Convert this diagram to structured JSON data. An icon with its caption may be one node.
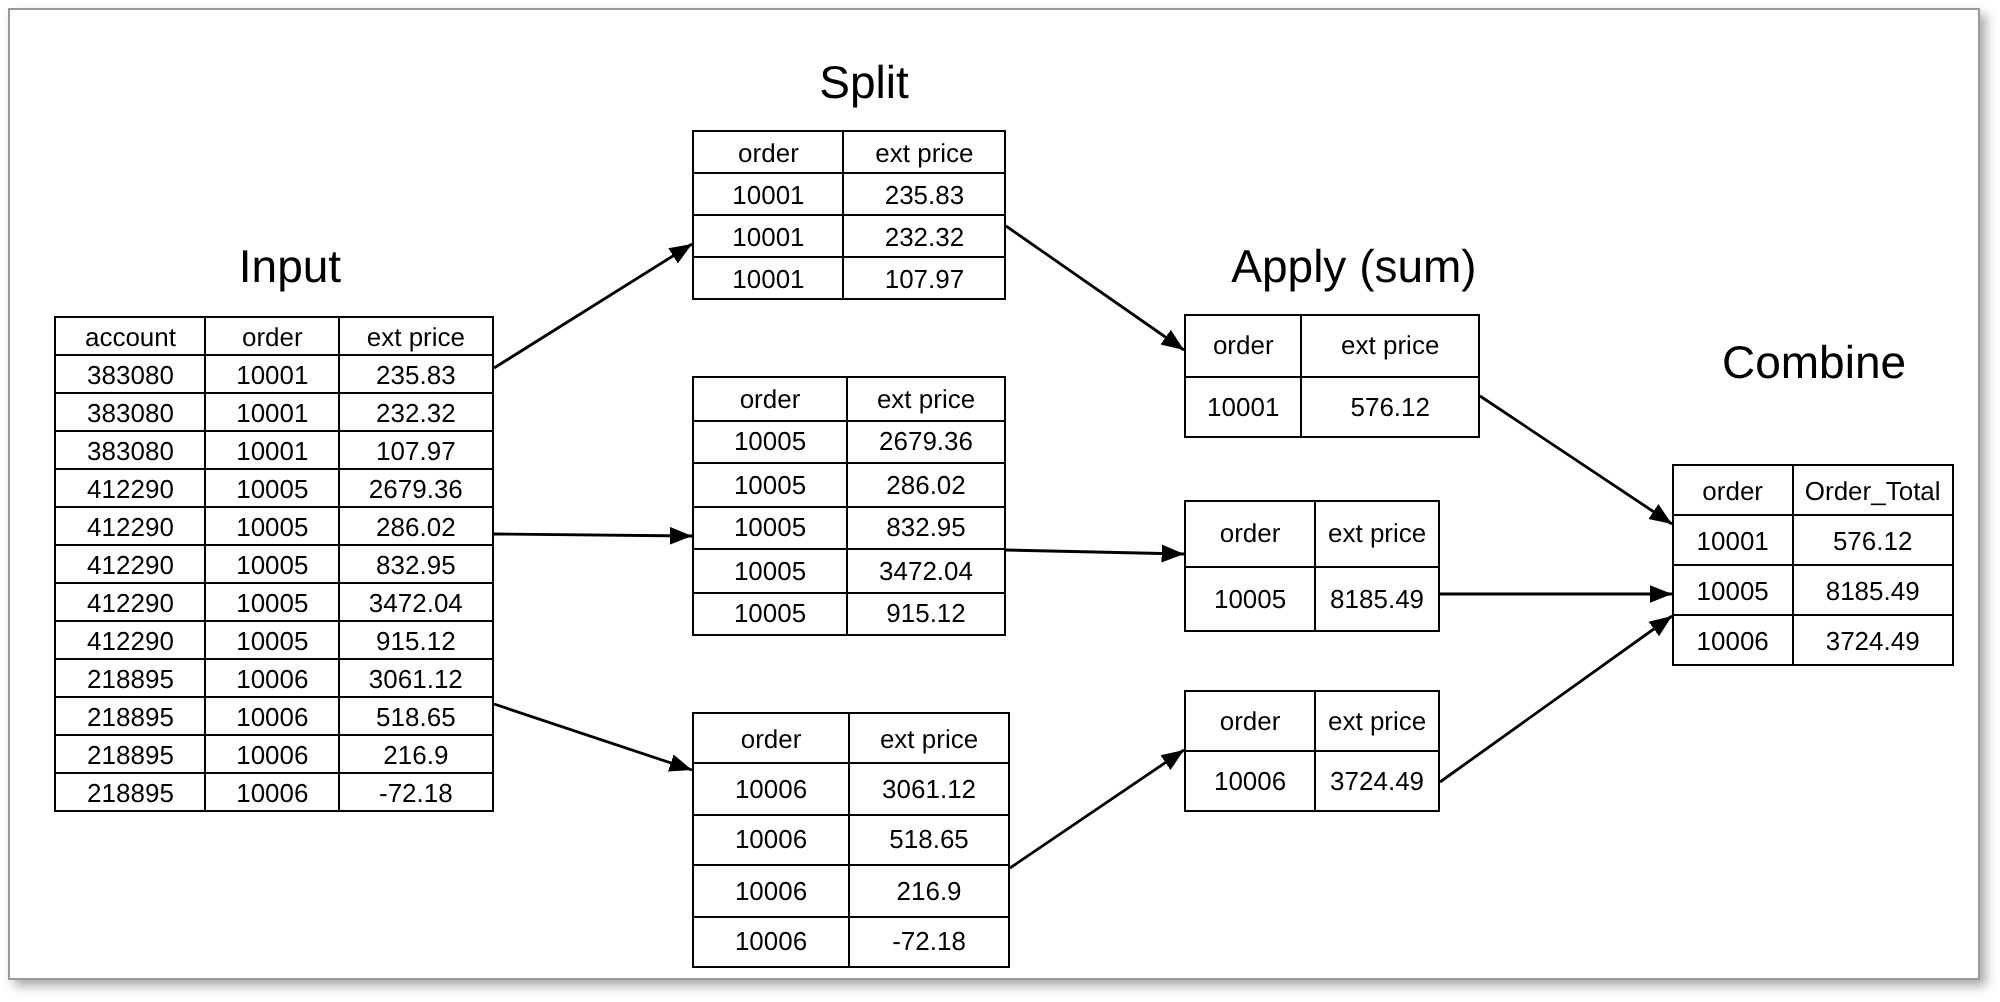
{
  "diagram": {
    "nodes": [
      {
        "text": [
          "account",
          "order",
          "ext price",
          "383080",
          "10001",
          "235.83",
          "383080",
          "10001",
          "232.32",
          "383080",
          "10001",
          "107.97",
          "412290",
          "10005",
          "2679.36",
          "412290",
          "10005",
          "286.02",
          "412290",
          "10005",
          "832.95",
          "412290",
          "10005",
          "3472.04",
          "412290",
          "10005",
          "915.12",
          "218895",
          "10006",
          "3061.12",
          "218895",
          "10006",
          "518.65",
          "218895",
          "10006",
          "216.9",
          "218895",
          "10006",
          "-72.18"
        ]
      },
      {
        "text": [
          "order",
          "ext price",
          "10001",
          "235.83",
          "10001",
          "232.32",
          "10001",
          "107.97"
        ]
      },
      {
        "text": [
          "order",
          "ext price",
          "10005",
          "2679.36",
          "10005",
          "286.02",
          "10005",
          "832.95",
          "10005",
          "3472.04",
          "10005",
          "915.12"
        ]
      },
      {
        "text": [
          "order",
          "ext price",
          "10006",
          "3061.12",
          "10006",
          "518.65",
          "10006",
          "216.9",
          "10006",
          "-72.18"
        ]
      },
      {
        "text": [
          "order",
          "ext price",
          "10001",
          "576.12"
        ]
      },
      {
        "text": [
          "order",
          "ext price",
          "10005",
          "8185.49"
        ]
      },
      {
        "text": [
          "order",
          "ext price",
          "10006",
          "3724.49"
        ]
      },
      {
        "text": [
          "order",
          "Order_Total",
          "10001",
          "576.12",
          "10005",
          "8185.49",
          "10006",
          "3724.49"
        ]
      }
    ],
    "edges": [
      {
        "from": 0,
        "to": 1,
        "arrow": "to"
      },
      {
        "from": 0,
        "to": 2,
        "arrow": "to"
      },
      {
        "from": 0,
        "to": 3,
        "arrow": "to"
      },
      {
        "from": 1,
        "to": 4,
        "arrow": "to"
      },
      {
        "from": 2,
        "to": 5,
        "arrow": "to"
      },
      {
        "from": 3,
        "to": 6,
        "arrow": "to"
      },
      {
        "from": 4,
        "to": 7,
        "arrow": "to"
      },
      {
        "from": 5,
        "to": 7,
        "arrow": "to"
      },
      {
        "from": 6,
        "to": 7,
        "arrow": "to"
      }
    ],
    "labels": [
      "Split",
      "Input",
      "Apply (sum)",
      "Combine"
    ]
  }
}
